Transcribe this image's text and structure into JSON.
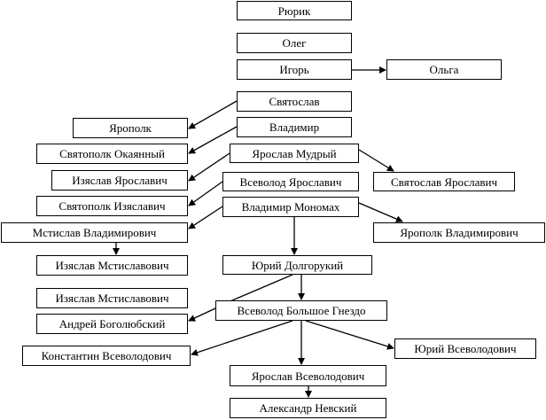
{
  "diagram": {
    "type": "genealogy-tree",
    "line_color": "#000000",
    "nodes": [
      {
        "id": "rurik",
        "label": "Рюрик"
      },
      {
        "id": "oleg",
        "label": "Олег"
      },
      {
        "id": "igor",
        "label": "Игорь"
      },
      {
        "id": "olga",
        "label": "Ольга"
      },
      {
        "id": "svyatoslav",
        "label": "Святослав"
      },
      {
        "id": "yaropolk",
        "label": "Ярополк"
      },
      {
        "id": "vladimir",
        "label": "Владимир"
      },
      {
        "id": "svyatopolk_okayanny",
        "label": "Святополк Окаянный"
      },
      {
        "id": "yaroslav_mudry",
        "label": "Ярослав Мудрый"
      },
      {
        "id": "izyaslav_yaroslavich",
        "label": "Изяслав Ярославич"
      },
      {
        "id": "vsevolod_yaroslavich",
        "label": "Всеволод Ярославич"
      },
      {
        "id": "svyatoslav_yaroslavich",
        "label": "Святослав Ярославич"
      },
      {
        "id": "svyatopolk_izyaslavich",
        "label": "Святополк Изяславич"
      },
      {
        "id": "vladimir_monomakh",
        "label": "Владимир Мономах"
      },
      {
        "id": "mstislav_vladimirovich",
        "label": "Мстислав Владимирович"
      },
      {
        "id": "yaropolk_vladimirovich",
        "label": "Ярополк Владимирович"
      },
      {
        "id": "izyaslav_mstislavovich_1",
        "label": "Изяслав Мстиславович"
      },
      {
        "id": "yuri_dolgoruky",
        "label": "Юрий Долгорукий"
      },
      {
        "id": "izyaslav_mstislavovich_2",
        "label": "Изяслав Мстиславович"
      },
      {
        "id": "vsevolod_bolshoe_gnezdo",
        "label": "Всеволод Большое Гнездо"
      },
      {
        "id": "andrei_bogolyubsky",
        "label": "Андрей Боголюбский"
      },
      {
        "id": "konstantin_vsevolodovich",
        "label": "Константин Всеволодович"
      },
      {
        "id": "yuri_vsevolodovich",
        "label": "Юрий Всеволодович"
      },
      {
        "id": "yaroslav_vsevolodovich",
        "label": "Ярослав Всеволодович"
      },
      {
        "id": "alexander_nevsky",
        "label": "Александр Невский"
      }
    ],
    "edges": [
      {
        "from": "igor",
        "to": "olga"
      },
      {
        "from": "svyatoslav",
        "to": "yaropolk"
      },
      {
        "from": "vladimir",
        "to": "svyatopolk_okayanny"
      },
      {
        "from": "yaroslav_mudry",
        "to": "izyaslav_yaroslavich"
      },
      {
        "from": "yaroslav_mudry",
        "to": "svyatoslav_yaroslavich"
      },
      {
        "from": "vsevolod_yaroslavich",
        "to": "svyatopolk_izyaslavich"
      },
      {
        "from": "vladimir_monomakh",
        "to": "mstislav_vladimirovich"
      },
      {
        "from": "vladimir_monomakh",
        "to": "yaropolk_vladimirovich"
      },
      {
        "from": "vladimir_monomakh",
        "to": "yuri_dolgoruky"
      },
      {
        "from": "mstislav_vladimirovich",
        "to": "izyaslav_mstislavovich_1"
      },
      {
        "from": "yuri_dolgoruky",
        "to": "vsevolod_bolshoe_gnezdo"
      },
      {
        "from": "yuri_dolgoruky",
        "to": "andrei_bogolyubsky"
      },
      {
        "from": "vsevolod_bolshoe_gnezdo",
        "to": "konstantin_vsevolodovich"
      },
      {
        "from": "vsevolod_bolshoe_gnezdo",
        "to": "yuri_vsevolodovich"
      },
      {
        "from": "vsevolod_bolshoe_gnezdo",
        "to": "yaroslav_vsevolodovich"
      },
      {
        "from": "yaroslav_vsevolodovich",
        "to": "alexander_nevsky"
      }
    ]
  }
}
